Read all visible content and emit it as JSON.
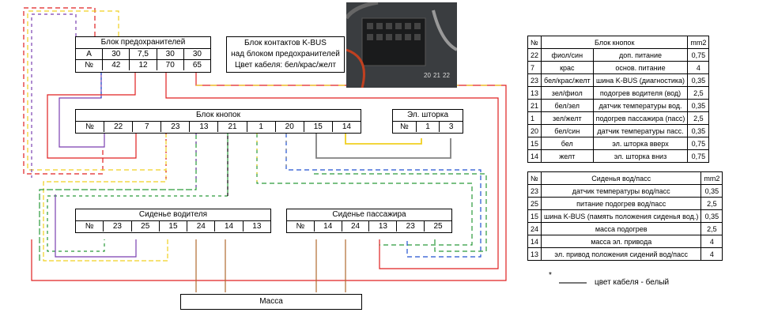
{
  "fuse_block": {
    "title": "Блок предохранителей",
    "row1": [
      "А",
      "30",
      "7,5",
      "30",
      "30"
    ],
    "row2": [
      "№",
      "42",
      "12",
      "70",
      "65"
    ]
  },
  "kbus_box": {
    "line1": "Блок контактов K-BUS",
    "line2": "над блоком предохранителей",
    "line3": "Цвет кабеля: бел/крас/желт"
  },
  "button_block": {
    "title": "Блок кнопок",
    "pins": [
      "№",
      "22",
      "7",
      "23",
      "13",
      "21",
      "1",
      "20",
      "15",
      "14"
    ]
  },
  "curtain_box": {
    "title": "Эл. шторка",
    "pins": [
      "№",
      "1",
      "3"
    ]
  },
  "driver_seat": {
    "title": "Сиденье водителя",
    "pins": [
      "№",
      "23",
      "25",
      "15",
      "24",
      "14",
      "13"
    ]
  },
  "passenger_seat": {
    "title": "Сиденье пассажира",
    "pins": [
      "№",
      "14",
      "24",
      "13",
      "23",
      "25"
    ]
  },
  "ground_box": {
    "title": "Масса"
  },
  "photo_labels": [
    "20",
    "21",
    "22"
  ],
  "button_table": {
    "header": [
      "№",
      "Блок кнопок",
      "mm2"
    ],
    "rows": [
      [
        "22",
        "фиол/син",
        "доп. питание",
        "0,75"
      ],
      [
        "7",
        "крас",
        "основ. питание",
        "4"
      ],
      [
        "23",
        "бел/крас/желт",
        "шина K-BUS (диагностика)",
        "0,35"
      ],
      [
        "13",
        "зел/фиол",
        "подогрев водителя (вод)",
        "2,5"
      ],
      [
        "21",
        "бел/зел",
        "датчик температуры вод.",
        "0,35"
      ],
      [
        "1",
        "зел/желт",
        "подогрев пассажира (пасс)",
        "2,5"
      ],
      [
        "20",
        "бел/син",
        "датчик температуры пасс.",
        "0,35"
      ],
      [
        "15",
        "бел",
        "эл. шторка вверх",
        "0,75"
      ],
      [
        "14",
        "желт",
        "эл. шторка вниз",
        "0,75"
      ]
    ]
  },
  "seat_table": {
    "header": [
      "№",
      "Сиденья вод/пасс",
      "mm2"
    ],
    "rows": [
      [
        "23",
        "датчик температуры вод/пасс",
        "0,35"
      ],
      [
        "25",
        "питание подогрев вод/пасс",
        "2,5"
      ],
      [
        "15",
        "шина K-BUS (память положения сиденья вод.)",
        "0,35"
      ],
      [
        "24",
        "масса подогрев",
        "2,5"
      ],
      [
        "14",
        "масса эл. привода",
        "4"
      ],
      [
        "13",
        "эл. привод положения сидений вод/пасс",
        "4"
      ]
    ]
  },
  "legend": {
    "mark": "*",
    "text": "цвет кабеля - белый",
    "line_color": "#777777"
  },
  "wire_colors": {
    "red": "#e02020",
    "yellow": "#f0d020",
    "purple": "#7a3fb0",
    "blue": "#2050d0",
    "green": "#2a9a3a",
    "brown": "#b06a30",
    "gray": "#808080",
    "black": "#000000"
  }
}
